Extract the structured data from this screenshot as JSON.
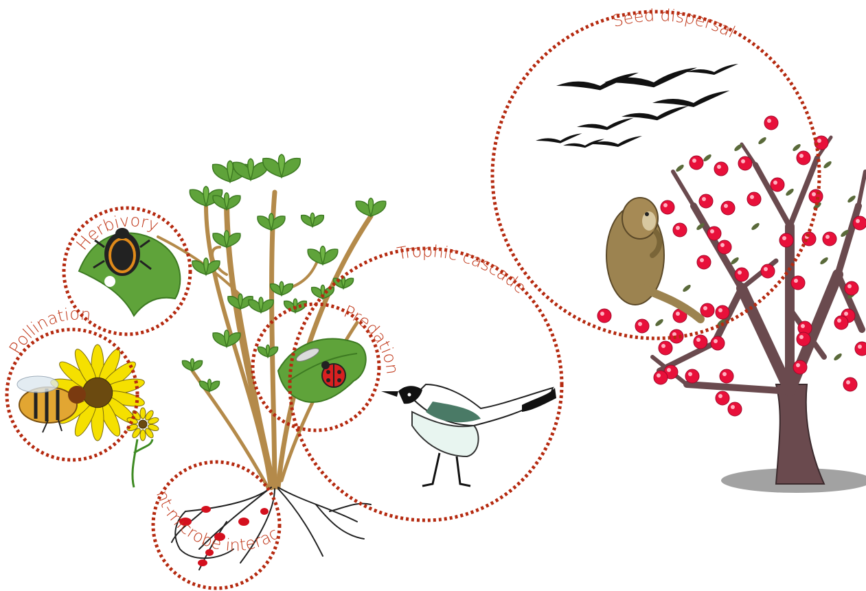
{
  "colors": {
    "circle_stroke": "#b52a10",
    "label": "#c0381a",
    "leaf": "#5fa33a",
    "leaf_dark": "#3d7a22",
    "stem": "#b48a4a",
    "trunk": "#6a4a4e",
    "berry": "#e8103a",
    "flower": "#f5e000",
    "bird_black": "#111111"
  },
  "interactions": [
    {
      "id": "herbivory",
      "label": "Herbivory",
      "icon": "beetle-on-leaf-icon"
    },
    {
      "id": "pollination",
      "label": "Pollination",
      "icon": "bee-on-flower-icon"
    },
    {
      "id": "predation",
      "label": "Predation",
      "icon": "ladybug-and-caterpillar-icon"
    },
    {
      "id": "trophic_cascade",
      "label": "Trophic cascade",
      "icon": "wagtail-bird-icon"
    },
    {
      "id": "plant_microbe",
      "label": "Plant-microbe interaction",
      "icon": "root-nodules-icon"
    },
    {
      "id": "seed_dispersal",
      "label": "Seed dispersal",
      "icon": "birds-and-monkey-icon"
    }
  ]
}
